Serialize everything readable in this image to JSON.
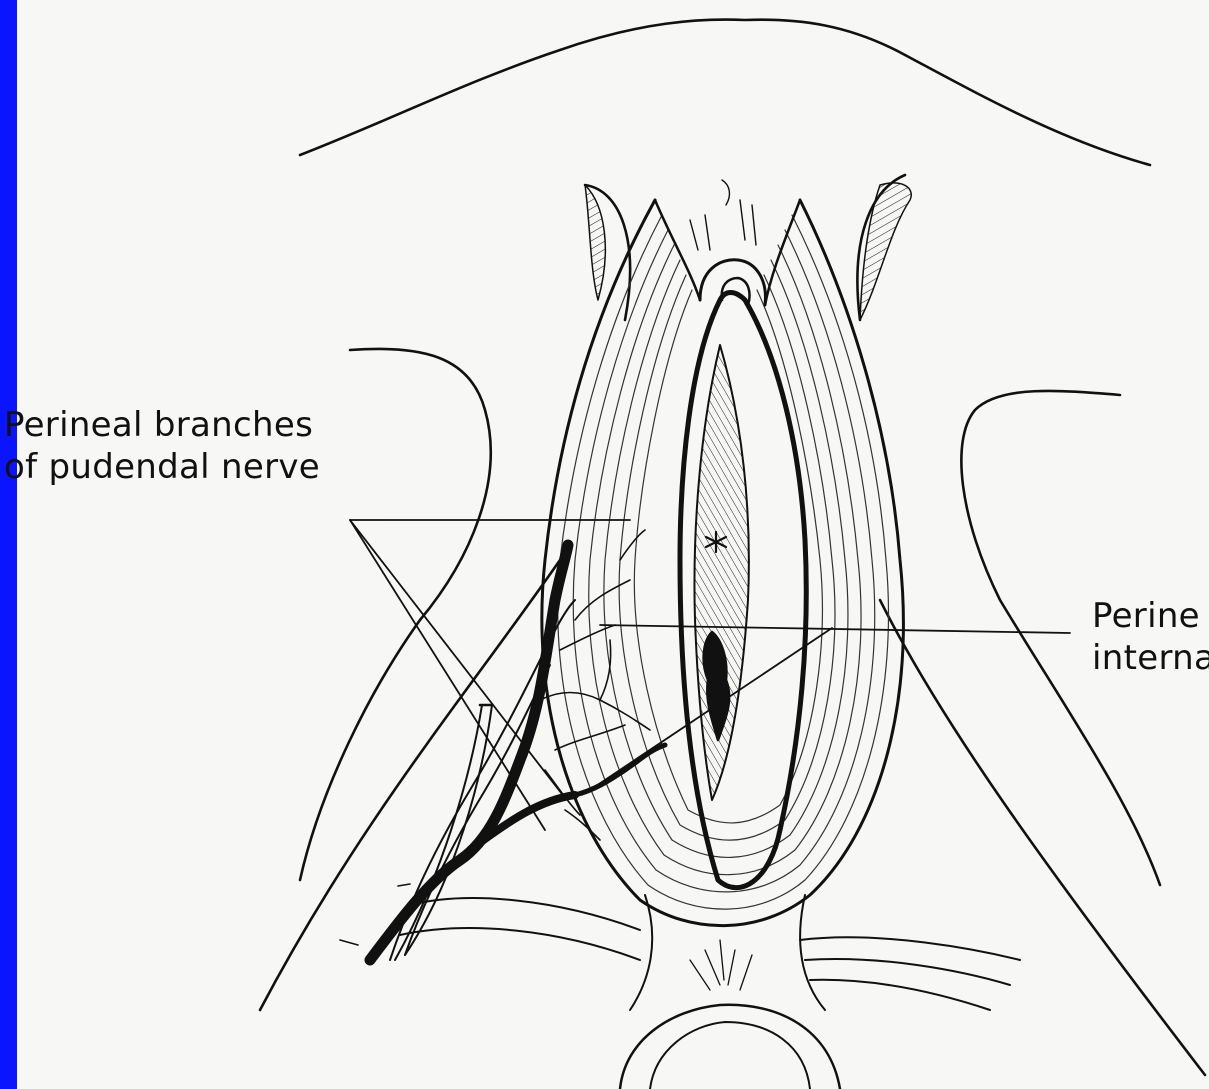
{
  "labels": {
    "left": {
      "line1": "Perineal branches",
      "line2": "of pudendal nerve"
    },
    "right": {
      "line1": "Perine",
      "line2": "interna"
    }
  },
  "colors": {
    "background": "#f7f7f5",
    "left_bar": "#0a14ff",
    "ink": "#111111"
  }
}
